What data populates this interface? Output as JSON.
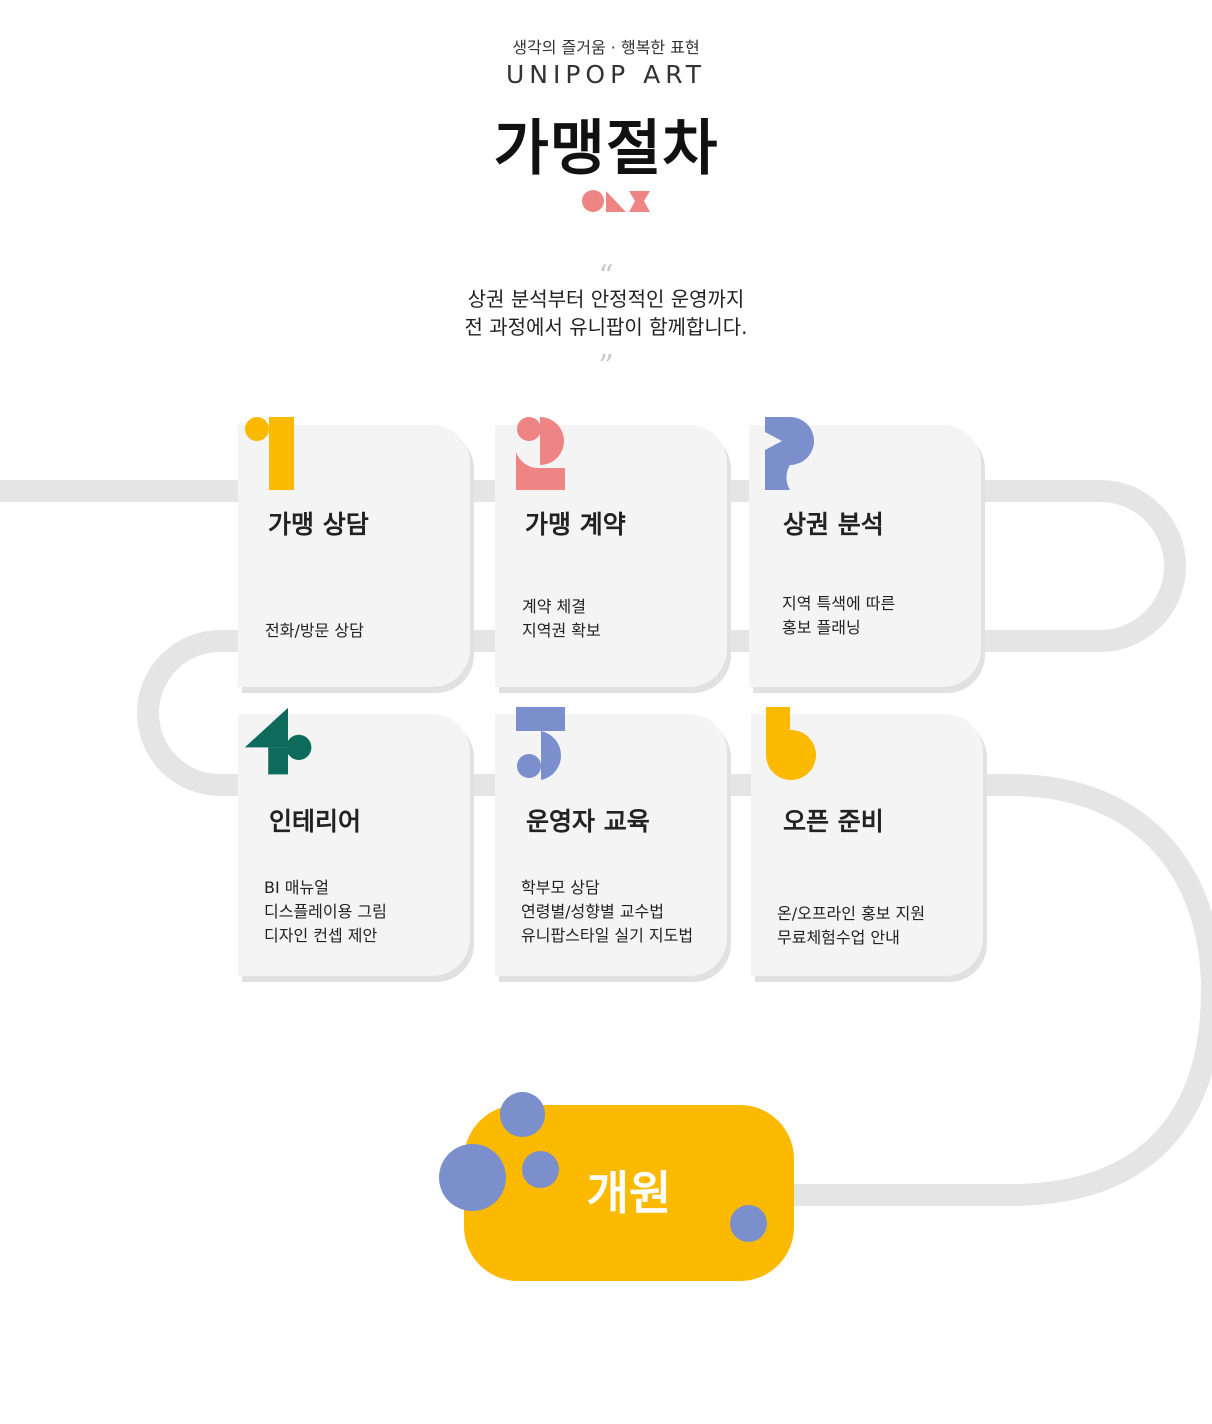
{
  "header": {
    "subtitle": "생각의 즐거움 · 행복한 표현",
    "brand": "UNIPOP ART",
    "title": "가맹절차"
  },
  "intro": {
    "open_quote": "“",
    "lines": [
      "상권 분석부터 안정적인 운영까지",
      "전 과정에서 유니팝이 함께합니다."
    ],
    "close_quote": "”"
  },
  "colors": {
    "yellow": "#fbb900",
    "pink": "#ef8484",
    "blue": "#7b8fcc",
    "green": "#0e6b5c",
    "road": "#e5e5e5",
    "card": "#f4f4f4"
  },
  "steps": [
    {
      "icon": "number-1-icon",
      "title": "가맹 상담",
      "desc": [
        "전화/방문 상담"
      ]
    },
    {
      "icon": "number-2-icon",
      "title": "가맹 계약",
      "desc": [
        "계약 체결",
        "지역권 확보"
      ]
    },
    {
      "icon": "number-3-icon",
      "title": "상권 분석",
      "desc": [
        "지역 특색에 따른",
        "홍보 플래닝"
      ]
    },
    {
      "icon": "number-4-icon",
      "title": "인테리어",
      "desc": [
        "BI 매뉴얼",
        "디스플레이용 그림",
        "디자인 컨셉 제안"
      ]
    },
    {
      "icon": "number-5-icon",
      "title": "운영자 교육",
      "desc": [
        "학부모 상담",
        "연령별/성향별 교수법",
        "유니팝스타일 실기 지도법"
      ]
    },
    {
      "icon": "number-6-icon",
      "title": "오픈 준비",
      "desc": [
        "온/오프라인 홍보 지원",
        "무료체험수업 안내"
      ]
    }
  ],
  "final": {
    "label": "개원"
  }
}
